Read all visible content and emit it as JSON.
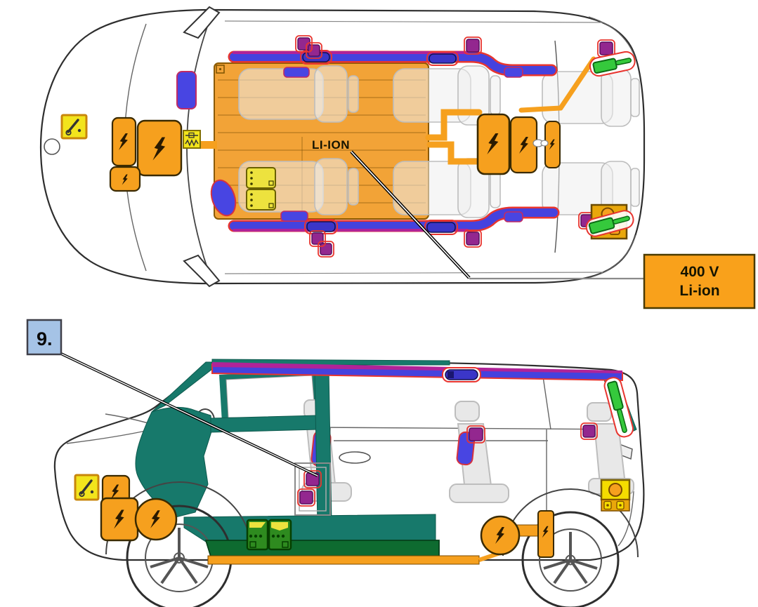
{
  "labels": {
    "battery_label": "LI-ION",
    "voltage_callout": {
      "line1": "400 V",
      "line2": "Li-ion"
    },
    "step_marker": "9."
  },
  "colors": {
    "hv_orange": "#F6A01E",
    "battery_mat_orange": "#F2A337",
    "callout_orange": "#F9A11B",
    "icon_yellow": "#F2E41C",
    "structure_teal": "#17796B",
    "hv_battery_dark_green": "#0E6B30",
    "battery_12v_green": "#2E8B1F",
    "airbag_blue": "#4845E2",
    "inflator_blue": "#3B36C8",
    "curtain_edge_magenta": "#B02398",
    "alert_red_outline": "#E8352F",
    "pretensioner_purple": "#93278F",
    "gas_strut_green": "#35C93C",
    "marker_blue_bg": "#A5C3E6"
  },
  "icons": [
    "high-voltage-bolt-icon",
    "service-pin-icon",
    "pyro-fuse-icon",
    "battery-12v-icon",
    "gas-strut-icon",
    "pretensioner-icon",
    "curtain-airbag-inflator-icon",
    "charge-port-icon"
  ]
}
